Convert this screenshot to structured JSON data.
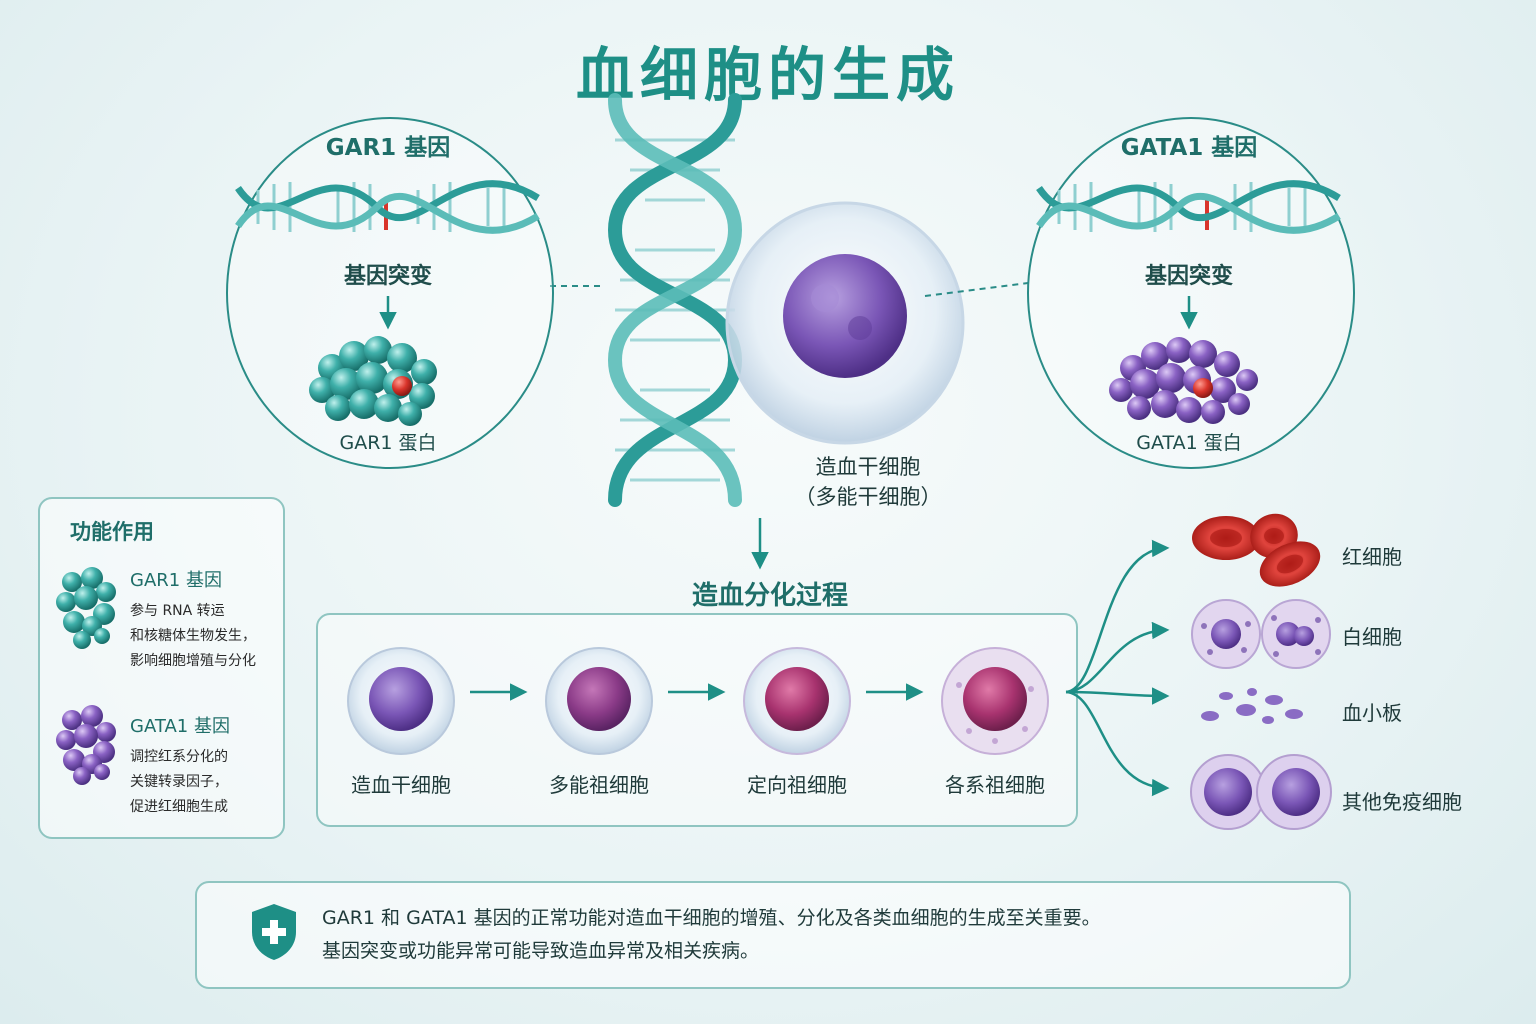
{
  "title": "血细胞的生成",
  "left_gene": {
    "name": "GAR1 基因",
    "mutation": "基因突变",
    "protein": "GAR1 蛋白"
  },
  "right_gene": {
    "name": "GATA1 基因",
    "mutation": "基因突变",
    "protein": "GATA1 蛋白"
  },
  "hsc": {
    "line1": "造血干细胞",
    "line2": "（多能干细胞）"
  },
  "process": {
    "title": "造血分化过程",
    "stages": [
      "造血干细胞",
      "多能祖细胞",
      "定向祖细胞",
      "各系祖细胞"
    ]
  },
  "legend": {
    "title": "功能作用",
    "items": [
      {
        "gene": "GAR1 基因",
        "desc": [
          "参与 RNA 转运",
          "和核糖体生物发生，",
          "影响细胞增殖与分化"
        ]
      },
      {
        "gene": "GATA1 基因",
        "desc": [
          "调控红系分化的",
          "关键转录因子，",
          "促进红细胞生成"
        ]
      }
    ]
  },
  "blood_cells": [
    "红细胞",
    "白细胞",
    "血小板",
    "其他免疫细胞"
  ],
  "note": {
    "line1": "GAR1 和 GATA1 基因的正常功能对造血干细胞的增殖、分化及各类血细胞的生成至关重要。",
    "line2": "基因突变或功能异常可能导致造血异常及相关疾病。"
  },
  "colors": {
    "teal": "#1e8f86",
    "teal_protein": "#3aa8a4",
    "purple_protein": "#7c55b5",
    "mutation_red": "#d9342b",
    "rbc_red": "#c9302c"
  }
}
